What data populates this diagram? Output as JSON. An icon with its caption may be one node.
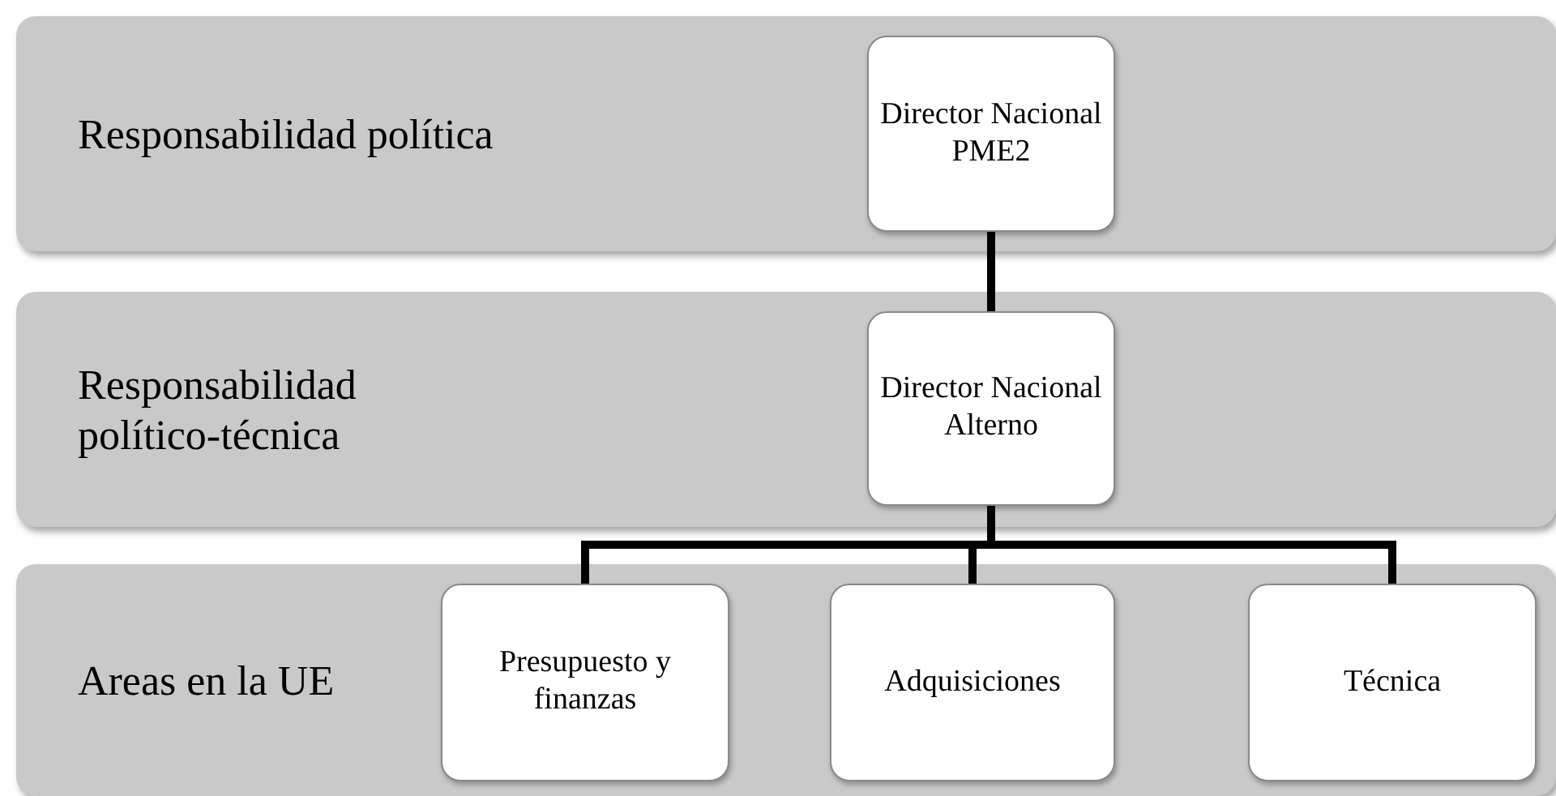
{
  "diagram": {
    "nodes": [
      {
        "text": [
          "Responsabilidad política"
        ]
      },
      {
        "text": [
          "Director Nacional PME2"
        ],
        "in": 0
      },
      {
        "text": [
          "Responsabilidad político-técnica"
        ]
      },
      {
        "text": [
          "Director Nacional Alterno"
        ],
        "in": 2
      },
      {
        "text": [
          "Areas en la UE"
        ]
      },
      {
        "text": [
          "Presupuesto y finanzas"
        ],
        "in": 4
      },
      {
        "text": [
          "Adquisiciones"
        ],
        "in": 4
      },
      {
        "text": [
          "Técnica"
        ],
        "in": 4
      }
    ],
    "edges": [
      {
        "from": 1,
        "to": 3,
        "arrow": "none"
      },
      {
        "from": 3,
        "to": 5,
        "arrow": "none"
      },
      {
        "from": 3,
        "to": 6,
        "arrow": "none"
      },
      {
        "from": 3,
        "to": 7,
        "arrow": "none"
      }
    ]
  }
}
